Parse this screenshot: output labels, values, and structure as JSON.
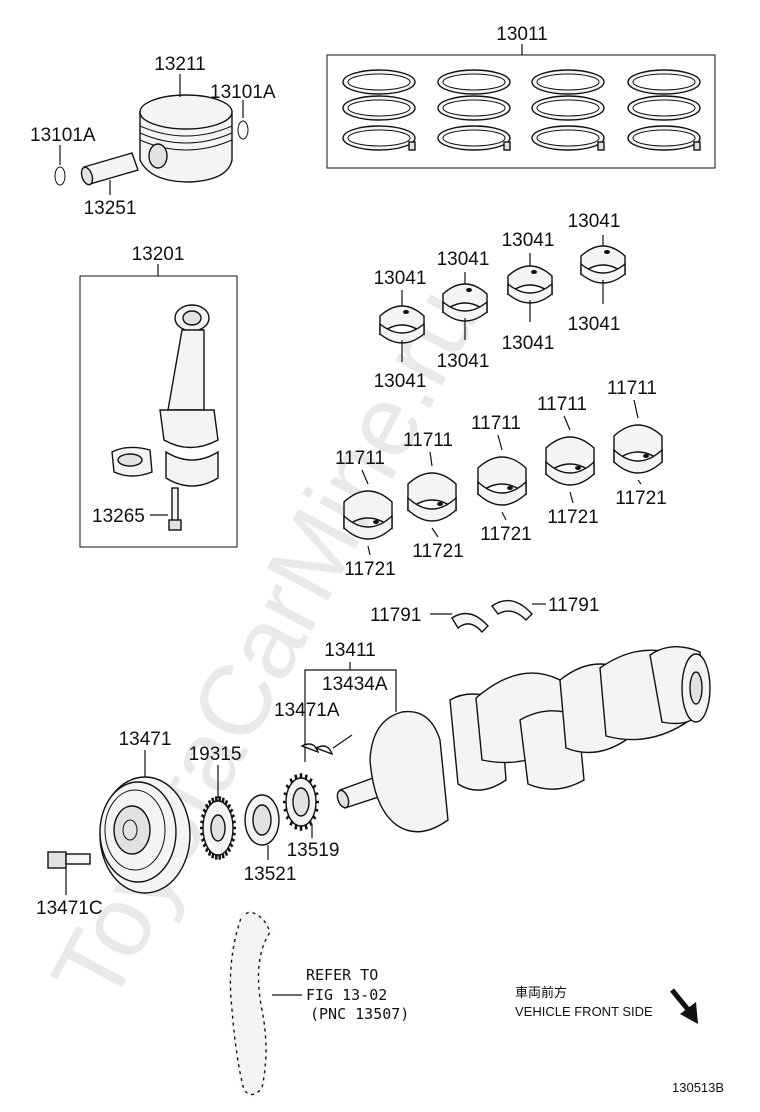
{
  "watermark": "ToyotaCarMine.ru",
  "parts": {
    "p13011": "13011",
    "p13211": "13211",
    "p13101a_right": "13101A",
    "p13101a_left": "13101A",
    "p13251": "13251",
    "p13201": "13201",
    "p13265": "13265",
    "p13041": [
      "13041",
      "13041",
      "13041",
      "13041",
      "13041",
      "13041",
      "13041",
      "13041"
    ],
    "p11711": [
      "11711",
      "11711",
      "11711",
      "11711",
      "11711"
    ],
    "p11721": [
      "11721",
      "11721",
      "11721",
      "11721",
      "11721"
    ],
    "p11791_left": "11791",
    "p11791_right": "11791",
    "p13411": "13411",
    "p13434a": "13434A",
    "p13471a": "13471A",
    "p13471": "13471",
    "p19315": "19315",
    "p13519": "13519",
    "p13521": "13521",
    "p13471c": "13471C"
  },
  "refer": {
    "line1": "REFER TO",
    "line2": "FIG 13-02",
    "line3": "(PNC 13507)"
  },
  "front": {
    "jp": "車両前方",
    "en": "VEHICLE FRONT SIDE"
  },
  "figure_id": "130513B"
}
